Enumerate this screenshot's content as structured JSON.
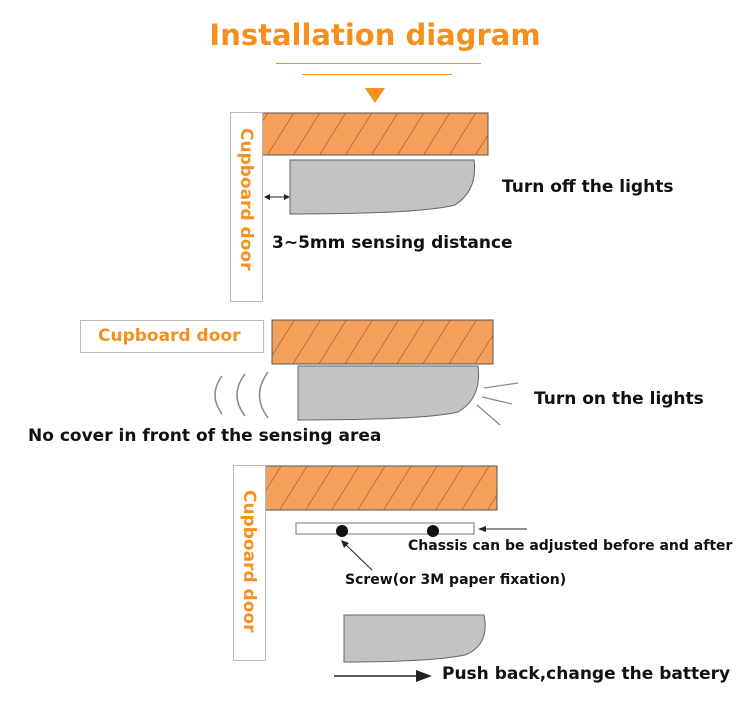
{
  "title": "Installation diagram",
  "colors": {
    "accent": "#F5901E",
    "wood": "#F4A05A",
    "housing": "#C4C2C2",
    "outline": "#555555"
  },
  "panels": [
    {
      "door_label": "Cupboard door",
      "state_label": "Turn off the lights",
      "note_label": "3~5mm sensing distance"
    },
    {
      "door_label": "Cupboard door",
      "state_label": "Turn on the lights",
      "note_label": "No cover in front of the sensing area"
    },
    {
      "door_label": "Cupboard door",
      "chassis_label": "Chassis can be adjusted before and after",
      "screw_label": "Screw(or 3M paper fixation)",
      "battery_label": "Push back,change the battery"
    }
  ]
}
